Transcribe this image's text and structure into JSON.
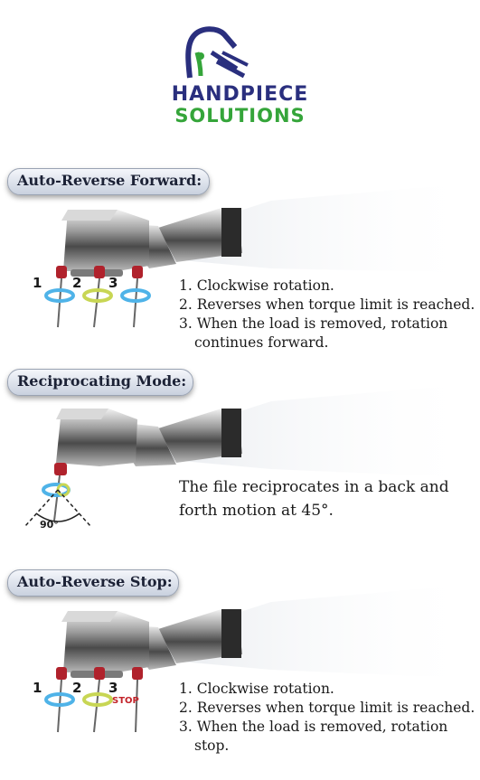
{
  "brand": {
    "line1": "HANDPIECE",
    "line2": "SOLUTIONS",
    "colors": {
      "navy": "#2a2f7e",
      "green": "#35a53a"
    }
  },
  "sections": [
    {
      "title": "Auto-Reverse Forward:",
      "file_labels": [
        "1",
        "2",
        "3"
      ],
      "items": [
        "1. Clockwise rotation.",
        "2. Reverses when torque limit is reached.",
        "3. When the load is removed, rotation"
      ],
      "continuation": "continues forward."
    },
    {
      "title": "Reciprocating Mode:",
      "angle_label": "90°",
      "description_line1": "The file reciprocates in a back and",
      "description_line2": "forth motion at 45°."
    },
    {
      "title": "Auto-Reverse Stop:",
      "file_labels": [
        "1",
        "2",
        "3"
      ],
      "stop_label": "STOP",
      "items": [
        "1. Clockwise rotation.",
        "2. Reverses when torque limit is reached.",
        "3. When the load is removed, rotation"
      ],
      "continuation": "stop."
    }
  ]
}
